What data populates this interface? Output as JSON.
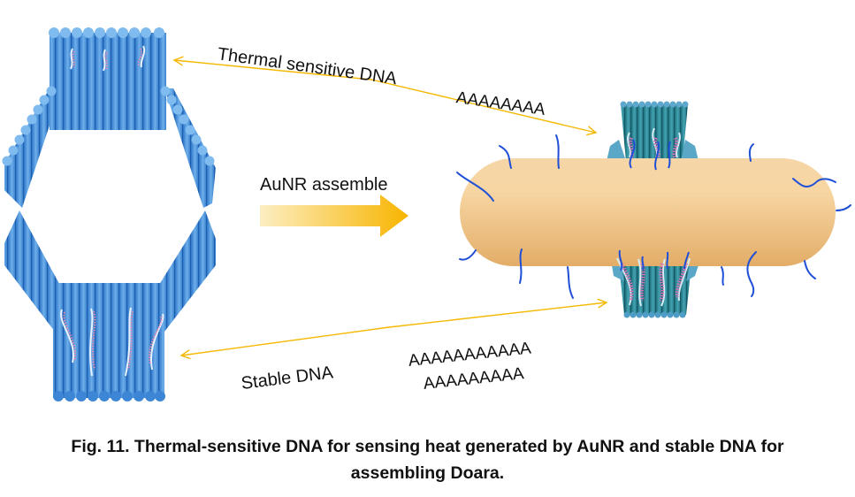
{
  "figure": {
    "labels": {
      "thermal_dna": "Thermal sensitive DNA",
      "thermal_seq": "AAAAAAAA",
      "assemble": "AuNR assemble",
      "stable_dna": "Stable DNA",
      "stable_seq_1": "AAAAAAAAAAA",
      "stable_seq_2": "AAAAAAAAA"
    },
    "colors": {
      "origami_blue": "#4a90d9",
      "origami_teal": "#2a8a99",
      "gold_rod": "#eab774",
      "arrow_orange": "#f5b800",
      "dna_strand": "#1f4fd6"
    },
    "components": [
      "DNA origami hexagon",
      "Gold nanorod (AuNR)",
      "Thermal-sensitive DNA",
      "Stable DNA"
    ]
  },
  "caption": {
    "line1": "Fig. 11. Thermal-sensitive DNA for sensing heat generated by AuNR and stable DNA for",
    "line2": "assembling Doara."
  }
}
